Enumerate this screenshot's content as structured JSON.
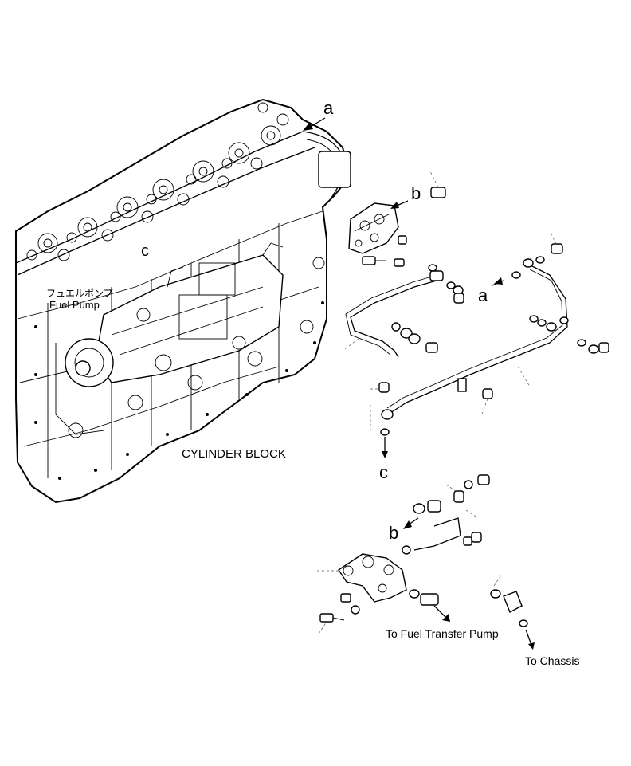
{
  "labels": {
    "fuel_pump_jp": "フュエルポンプ",
    "fuel_pump": "Fuel Pump",
    "cylinder_block": "CYLINDER BLOCK",
    "to_fuel_transfer_pump": "To Fuel Transfer Pump",
    "to_chassis": "To Chassis"
  },
  "callouts": {
    "a": "a",
    "b": "b",
    "c": "c"
  }
}
